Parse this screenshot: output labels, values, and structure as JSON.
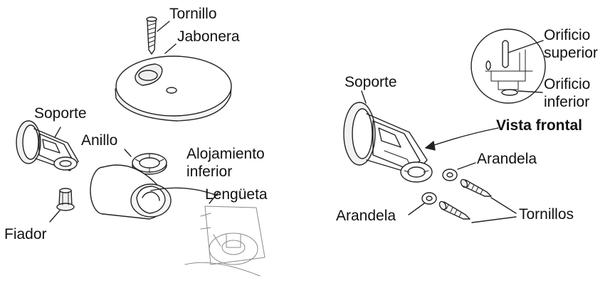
{
  "labels": {
    "tornillo": "Tornillo",
    "jabonera": "Jabonera",
    "soporte_left": "Soporte",
    "anillo": "Anillo",
    "alojamiento_1": "Alojamiento",
    "alojamiento_2": "inferior",
    "lengueta": "Lengüeta",
    "fiador": "Fiador",
    "soporte_right": "Soporte",
    "orificio_sup_1": "Orificio",
    "orificio_sup_2": "superior",
    "orificio_inf_1": "Orificio",
    "orificio_inf_2": "inferior",
    "vista_frontal": "Vista frontal",
    "arandela_right": "Arandela",
    "arandela_left": "Arandela",
    "tornillos": "Tornillos"
  }
}
